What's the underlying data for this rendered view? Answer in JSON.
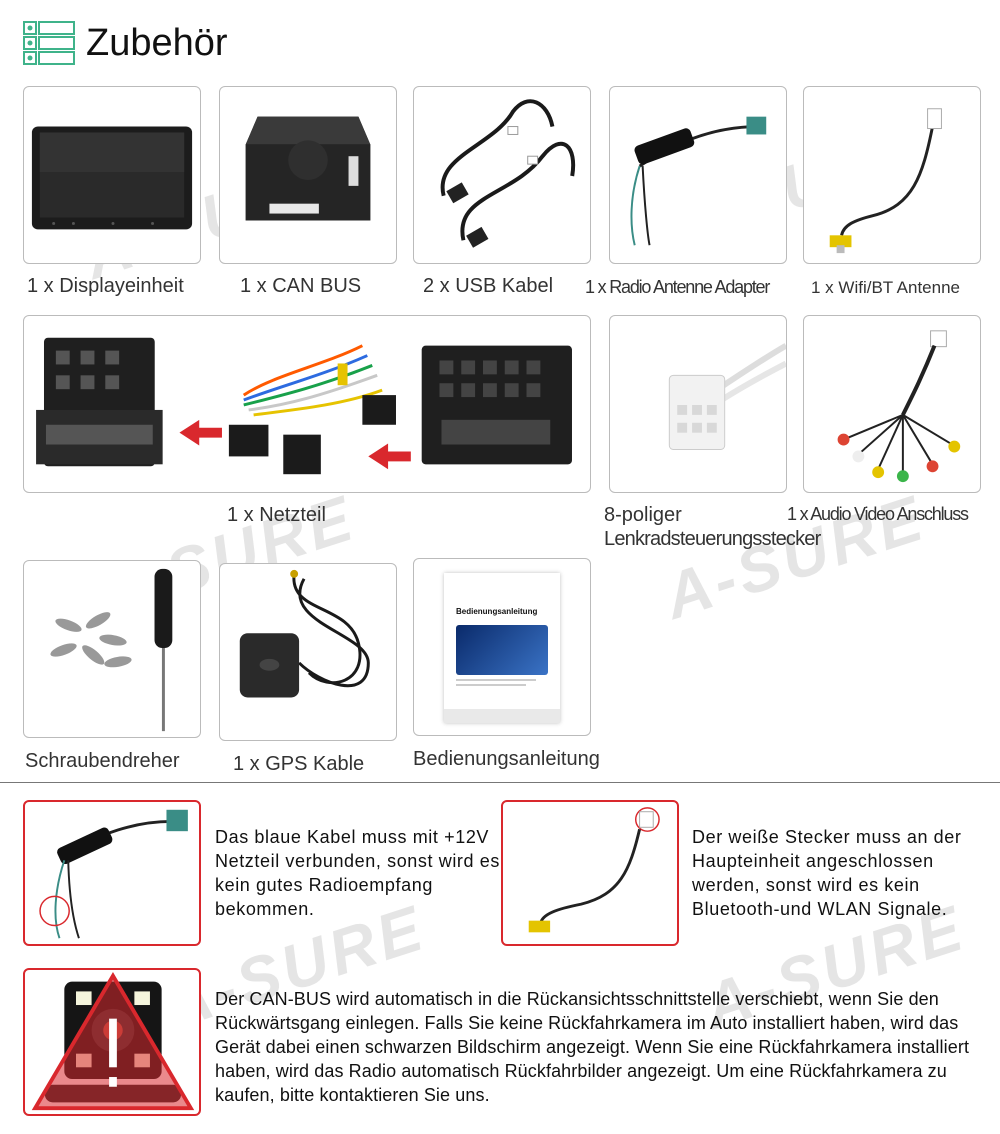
{
  "header": {
    "title": "Zubehör",
    "icon": "list-icon"
  },
  "watermark": "A-SURE",
  "items": {
    "display": "1 x Displayeinheit",
    "canbus": "1 x CAN BUS",
    "usb": "2 x USB Kabel",
    "radio": "1 x Radio Antenne Adapter",
    "wifi": "1 x Wifi/BT Antenne",
    "power": "1 x Netzteil",
    "steering_line1": "8-poliger",
    "steering_line2": "Lenkradsteuerungsstecker",
    "av": "1 x Audio Video Anschluss",
    "screwdriver": "Schraubendreher",
    "gps": "1 x GPS Kable",
    "manual": "Bedienungsanleitung",
    "manual_cover_title": "Bedienungsanleitung"
  },
  "notes": {
    "blue_cable": "Das blaue Kabel muss mit +12V Netzteil verbunden, sonst wird es kein gutes Radioempfang bekommen.",
    "white_plug": "Der weiße Stecker muss an der Haupteinheit angeschlossen werden, sonst wird es kein Bluetooth-und WLAN Signale.",
    "canbus_camera": "Der CAN-BUS wird automatisch in die Rückansichtsschnittstelle verschiebt, wenn Sie den Rückwärtsgang einlegen. Falls Sie keine Rückfahrkamera im Auto installiert haben, wird das Gerät dabei einen schwarzen Bildschirm angezeigt.  Wenn Sie eine Rückfahrkamera installiert haben, wird das Radio automatisch Rückfahrbilder angezeigt. Um eine Rückfahrkamera zu kaufen, bitte kontaktieren Sie uns."
  },
  "colors": {
    "accent_red": "#d9282d",
    "header_icon_green": "#3fb38a"
  }
}
